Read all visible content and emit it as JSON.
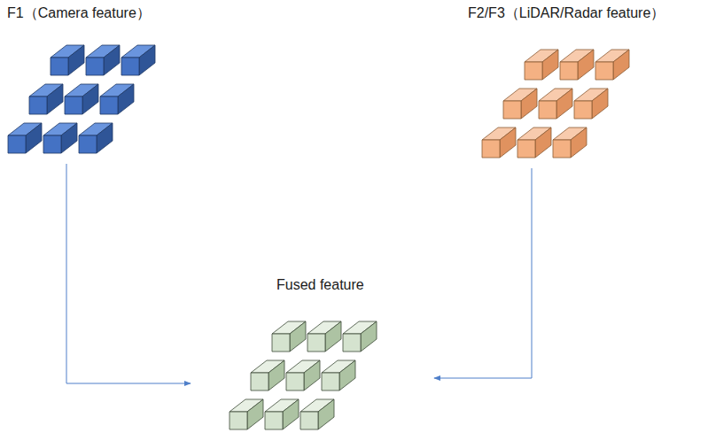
{
  "diagram": {
    "nodes": [
      {
        "text": [
          "F1（Camera feature）"
        ]
      },
      {
        "text": [
          "F2/F3（LiDAR/Radar feature）"
        ]
      },
      {
        "text": [
          "Fused feature"
        ]
      }
    ],
    "edges": [
      {
        "from": 0,
        "to": 2,
        "arrow": "to"
      },
      {
        "from": 1,
        "to": 2,
        "arrow": "to"
      }
    ]
  }
}
